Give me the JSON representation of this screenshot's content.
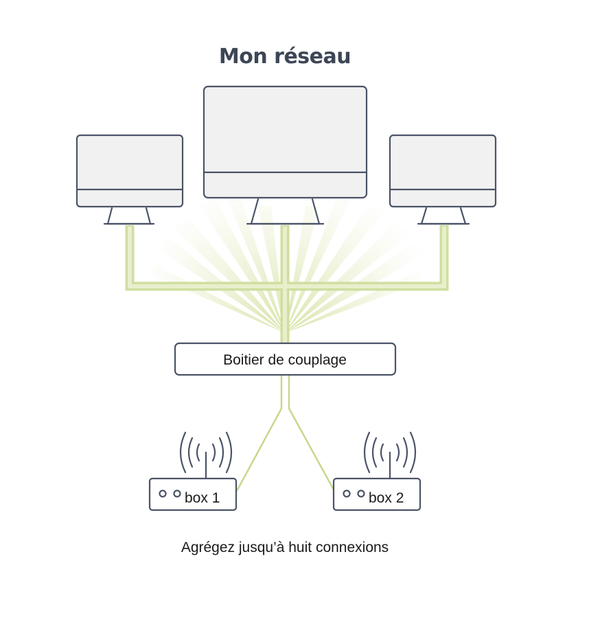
{
  "title": "Mon réseau",
  "hub": {
    "label": "Boitier de couplage"
  },
  "routers": [
    {
      "label": "box 1"
    },
    {
      "label": "box 2"
    }
  ],
  "caption": "Agrégez jusqu’à huit connexions",
  "colors": {
    "outline": "#4a5366",
    "screen_fill": "#f1f1f1",
    "cable": "#cfdea0",
    "glow": "#dfe8c0"
  },
  "icons": [
    "monitor-icon",
    "wifi-signal-icon",
    "router-icon"
  ]
}
